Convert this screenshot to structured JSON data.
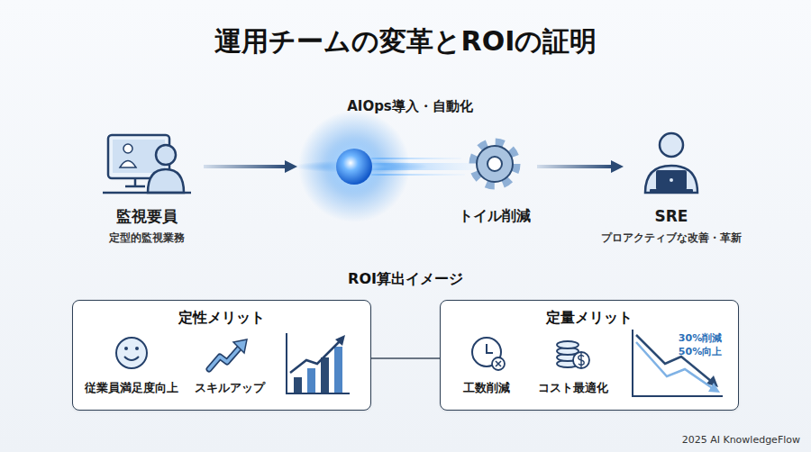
{
  "diagram": {
    "title": "運用チームの変革とROIの証明",
    "nodes": [
      {
        "text": [
          "監視要員",
          "定型的監視業務"
        ]
      },
      {
        "text": [
          "AIOps導入・自動化",
          "トイル削減"
        ]
      },
      {
        "text": [
          "SRE",
          "プロアクティブな改善・革新"
        ]
      },
      {
        "text": [
          "定性メリット"
        ]
      },
      {
        "text": [
          "定量メリット"
        ]
      }
    ],
    "edges": [
      {
        "from": 0,
        "to": 1,
        "arrow": "to"
      },
      {
        "from": 1,
        "to": 2,
        "arrow": "to"
      },
      {
        "from": 3,
        "to": 4,
        "arrow": "none"
      }
    ],
    "labels": [
      "ROI算出イメージ",
      "従業員満足度向上",
      "スキルアップ",
      "工数削減",
      "コスト最適化",
      "30%削減",
      "50%向上",
      "2025 AI KnowledgeFlow"
    ]
  }
}
